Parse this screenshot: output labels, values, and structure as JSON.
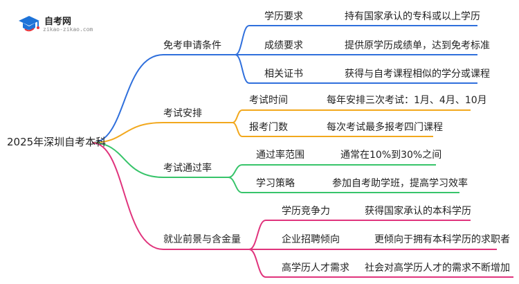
{
  "logo": {
    "title": "自考网",
    "domain": "zikao-zikao.com",
    "colors": {
      "blue": "#1e73d8",
      "red": "#e8333a"
    }
  },
  "root": {
    "label": "2025年深圳自考本科"
  },
  "branches": [
    {
      "label": "免考申请条件",
      "color": "#2f6fdc",
      "children": [
        {
          "topic": "学历要求",
          "detail": "持有国家承认的专科或以上学历"
        },
        {
          "topic": "成绩要求",
          "detail": "提供原学历成绩单，达到免考标准"
        },
        {
          "topic": "相关证书",
          "detail": "获得与自考课程相似的学分或课程"
        }
      ]
    },
    {
      "label": "考试安排",
      "color": "#f2a81d",
      "children": [
        {
          "topic": "考试时间",
          "detail": "每年安排三次考试：1月、4月、10月"
        },
        {
          "topic": "报考门数",
          "detail": "每次考试最多报考四门课程"
        }
      ]
    },
    {
      "label": "考试通过率",
      "color": "#37c46a",
      "children": [
        {
          "topic": "通过率范围",
          "detail": "通常在10%到30%之间"
        },
        {
          "topic": "学习策略",
          "detail": "参加自考助学班，提高学习效率"
        }
      ]
    },
    {
      "label": "就业前景与含金量",
      "color": "#e0337c",
      "children": [
        {
          "topic": "学历竞争力",
          "detail": "获得国家承认的本科学历"
        },
        {
          "topic": "企业招聘倾向",
          "detail": "更倾向于拥有本科学历的求职者"
        },
        {
          "topic": "高学历人才需求",
          "detail": "社会对高学历人才的需求不断增加"
        }
      ]
    }
  ]
}
